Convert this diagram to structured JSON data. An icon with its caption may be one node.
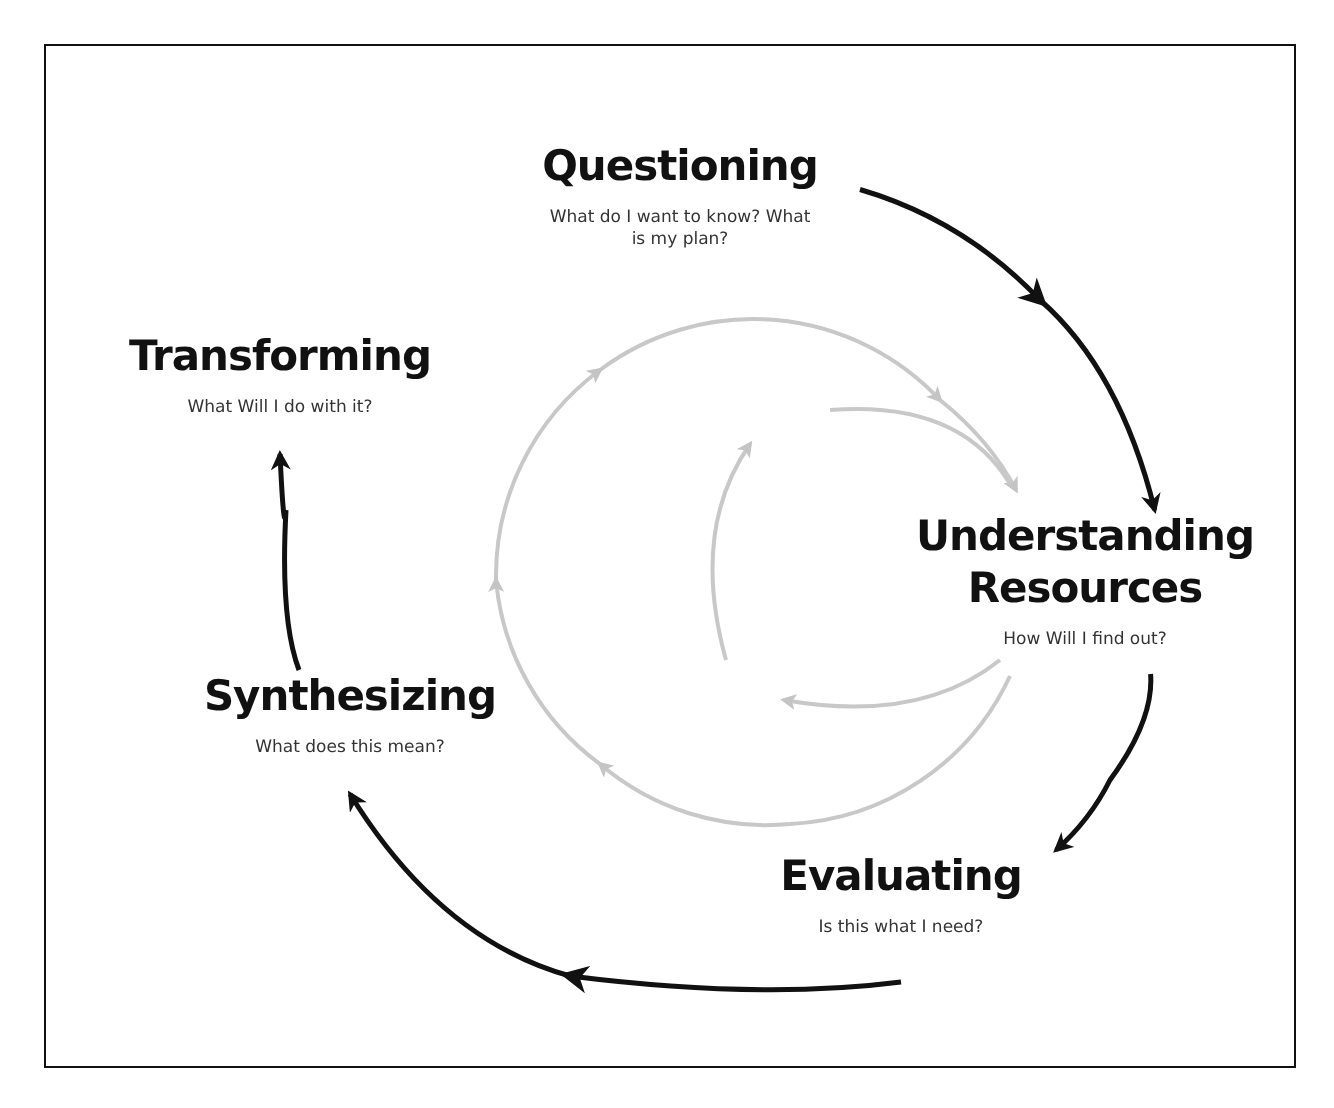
{
  "diagram": {
    "nodes": [
      {
        "text": [
          "Questioning",
          "What do I want to know? What is my plan?"
        ]
      },
      {
        "text": [
          "Understanding Resources",
          "How Will I find out?"
        ]
      },
      {
        "text": [
          "Evaluating",
          "Is this what I need?"
        ]
      },
      {
        "text": [
          "Synthesizing",
          "What does this mean?"
        ]
      },
      {
        "text": [
          "Transforming",
          "What Will I do with it?"
        ]
      }
    ],
    "edges": [
      {
        "from": 0,
        "to": 1,
        "arrow": "to"
      },
      {
        "from": 1,
        "to": 2,
        "arrow": "to"
      },
      {
        "from": 2,
        "to": 3,
        "arrow": "to"
      },
      {
        "from": 3,
        "to": 4,
        "arrow": "to"
      }
    ]
  }
}
